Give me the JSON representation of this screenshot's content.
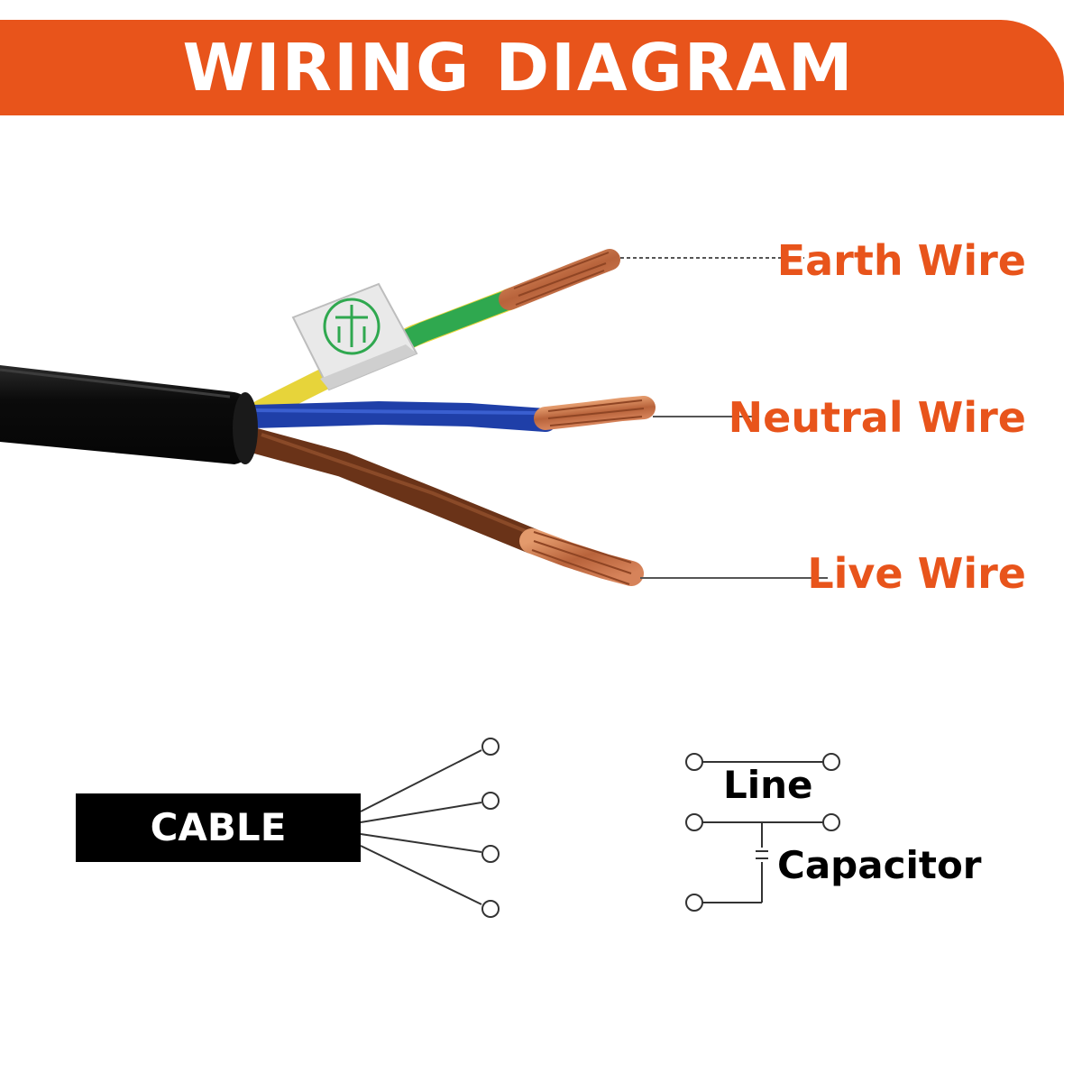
{
  "header": {
    "title": "WIRING DIAGRAM"
  },
  "wires": {
    "earth_label": "Earth Wire",
    "neutral_label": "Neutral Wire",
    "live_label": "Live Wire"
  },
  "schematic": {
    "cable_label": "CABLE",
    "line_label": "Line",
    "capacitor_label": "Capacitor"
  },
  "colors": {
    "accent": "#e8541b",
    "earth_wire": "#e7d43a",
    "earth_stripe": "#2fa84f",
    "neutral_wire": "#1f3fa8",
    "live_wire": "#6a3318",
    "copper": "#c8734a",
    "cable_jacket": "#111111"
  }
}
